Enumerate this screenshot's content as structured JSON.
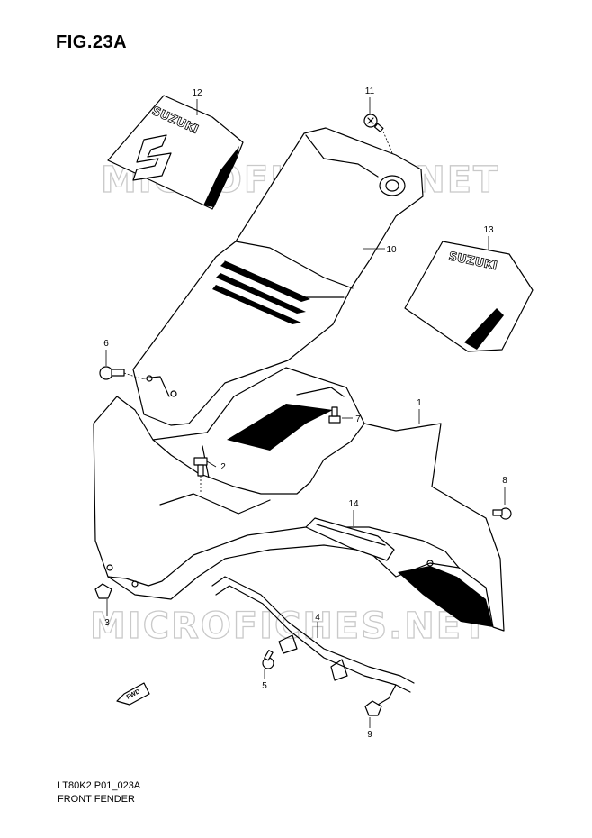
{
  "figure": {
    "title": "FIG.23A",
    "code": "LT80K2 P01_023A",
    "caption": "FRONT FENDER"
  },
  "watermark": "MICROFICHES.NET",
  "brand_text": "SUZUKI",
  "direction_label": "FWD",
  "callouts": [
    {
      "id": "1"
    },
    {
      "id": "2"
    },
    {
      "id": "3"
    },
    {
      "id": "4"
    },
    {
      "id": "5"
    },
    {
      "id": "6"
    },
    {
      "id": "7"
    },
    {
      "id": "8"
    },
    {
      "id": "9"
    },
    {
      "id": "10"
    },
    {
      "id": "11"
    },
    {
      "id": "12"
    },
    {
      "id": "13"
    },
    {
      "id": "14"
    }
  ]
}
